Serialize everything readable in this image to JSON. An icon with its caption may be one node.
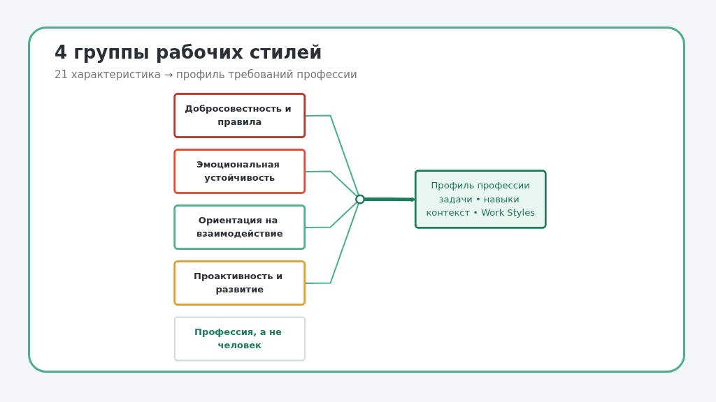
{
  "diagram": {
    "title": "4 группы рабочих стилей",
    "nodes": [
      {
        "text": [
          "Добросовестность и правила"
        ]
      },
      {
        "text": [
          "Эмоциональная устойчивость"
        ]
      },
      {
        "text": [
          "Ориентация на взаимодействие"
        ]
      },
      {
        "text": [
          "Проактивность и развитие"
        ]
      },
      {
        "text": [],
        "shape": "circle"
      },
      {
        "text": [
          "Профиль профессии",
          "задачи • навыки контекст • Work Styles"
        ]
      },
      {
        "text": [
          "Профессия, а не человек"
        ]
      }
    ],
    "edges": [
      {
        "from": 0,
        "to": 4,
        "arrow": "none"
      },
      {
        "from": 1,
        "to": 4,
        "arrow": "none"
      },
      {
        "from": 2,
        "to": 4,
        "arrow": "none"
      },
      {
        "from": 3,
        "to": 4,
        "arrow": "none"
      },
      {
        "from": 4,
        "to": 5,
        "arrow": "to",
        "style": "thick",
        "color": "#1e7a5a"
      }
    ],
    "labels": [
      "21 характеристика → профиль требований профессии"
    ]
  }
}
